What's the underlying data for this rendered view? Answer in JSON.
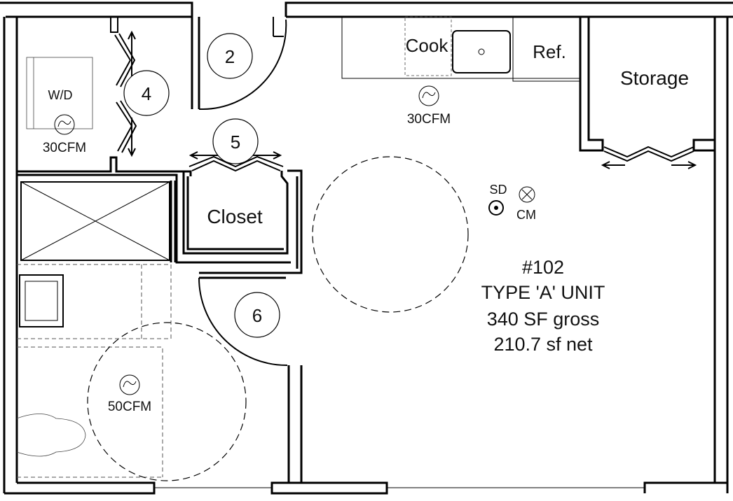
{
  "unit": {
    "number": "#102",
    "type": "TYPE 'A' UNIT",
    "gross_area": "340 SF gross",
    "net_area": "210.7 sf net"
  },
  "rooms": {
    "storage": "Storage",
    "closet": "Closet"
  },
  "appliances": {
    "cook": "Cook",
    "refrigerator": "Ref.",
    "washer_dryer": "W/D"
  },
  "door_tags": [
    "2",
    "4",
    "5",
    "6"
  ],
  "fans": {
    "kitchen": "30CFM",
    "laundry": "30CFM",
    "bath": "50CFM"
  },
  "devices": {
    "smoke_detector": "SD",
    "co_monitor": "CM"
  }
}
